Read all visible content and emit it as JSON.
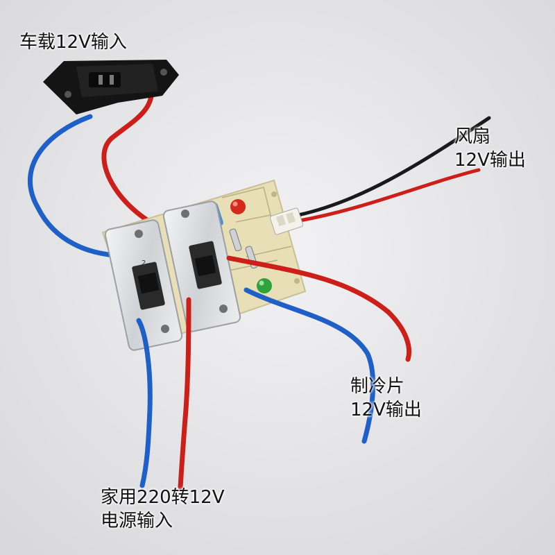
{
  "labels": {
    "car_input": "车载12V输入",
    "fan_output_line1": "风扇",
    "fan_output_line2": "12V输出",
    "tec_output_line1": "制冷片",
    "tec_output_line2": "12V输出",
    "home_input_line1": "家用220转12V",
    "home_input_line2": "电源输入"
  },
  "switches": [
    {
      "position_mark": "2"
    },
    {
      "position_mark": ""
    }
  ],
  "indicators": [
    {
      "name": "red-led",
      "color": "#d42a1e"
    },
    {
      "name": "green-led",
      "color": "#2fa33a"
    }
  ],
  "colors": {
    "background": "#e9e9eb",
    "pcb": "#e8dfb6",
    "wire_red": "#cc1f1a",
    "wire_blue": "#1f5fc8",
    "wire_black": "#1a1a1a",
    "socket": "#141414"
  }
}
